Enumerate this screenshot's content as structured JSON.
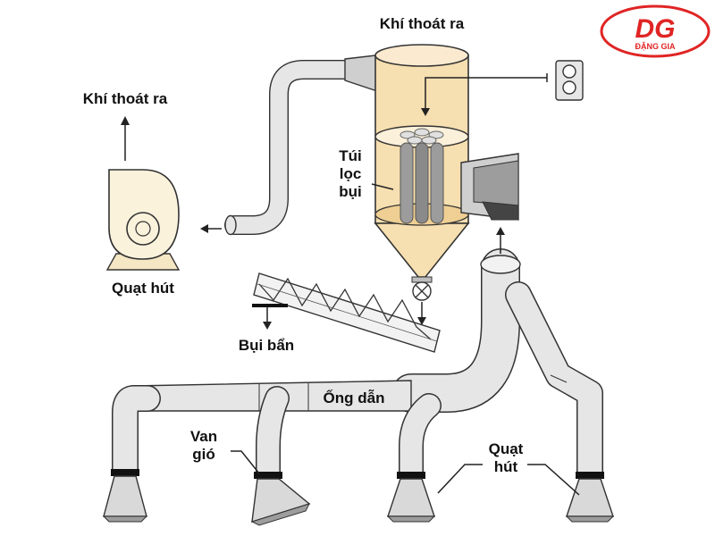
{
  "brand": {
    "name": "ĐẶNG GIA",
    "logo_text": "DG",
    "color": "#e02424"
  },
  "labels": {
    "exhaust_top": "Khí thoát ra",
    "exhaust_left": "Khí thoát ra",
    "filter_bag_1": "Túi",
    "filter_bag_2": "lọc",
    "filter_bag_3": "bụi",
    "fan_left": "Quạt hút",
    "dust": "Bụi bẩn",
    "duct": "Ống dẫn",
    "valve_1": "Van",
    "valve_2": "gió",
    "fan_bottom_1": "Quạt",
    "fan_bottom_2": "hút"
  },
  "icons": [
    "blower-icon",
    "compressor-icon",
    "rotary-valve-icon",
    "logo-icon"
  ],
  "colors": {
    "collector_body": "#f6dfb0",
    "pipe": "#e6e6e6",
    "filter_bag": "#9c9c9c",
    "shade": "#bdbdbd"
  }
}
